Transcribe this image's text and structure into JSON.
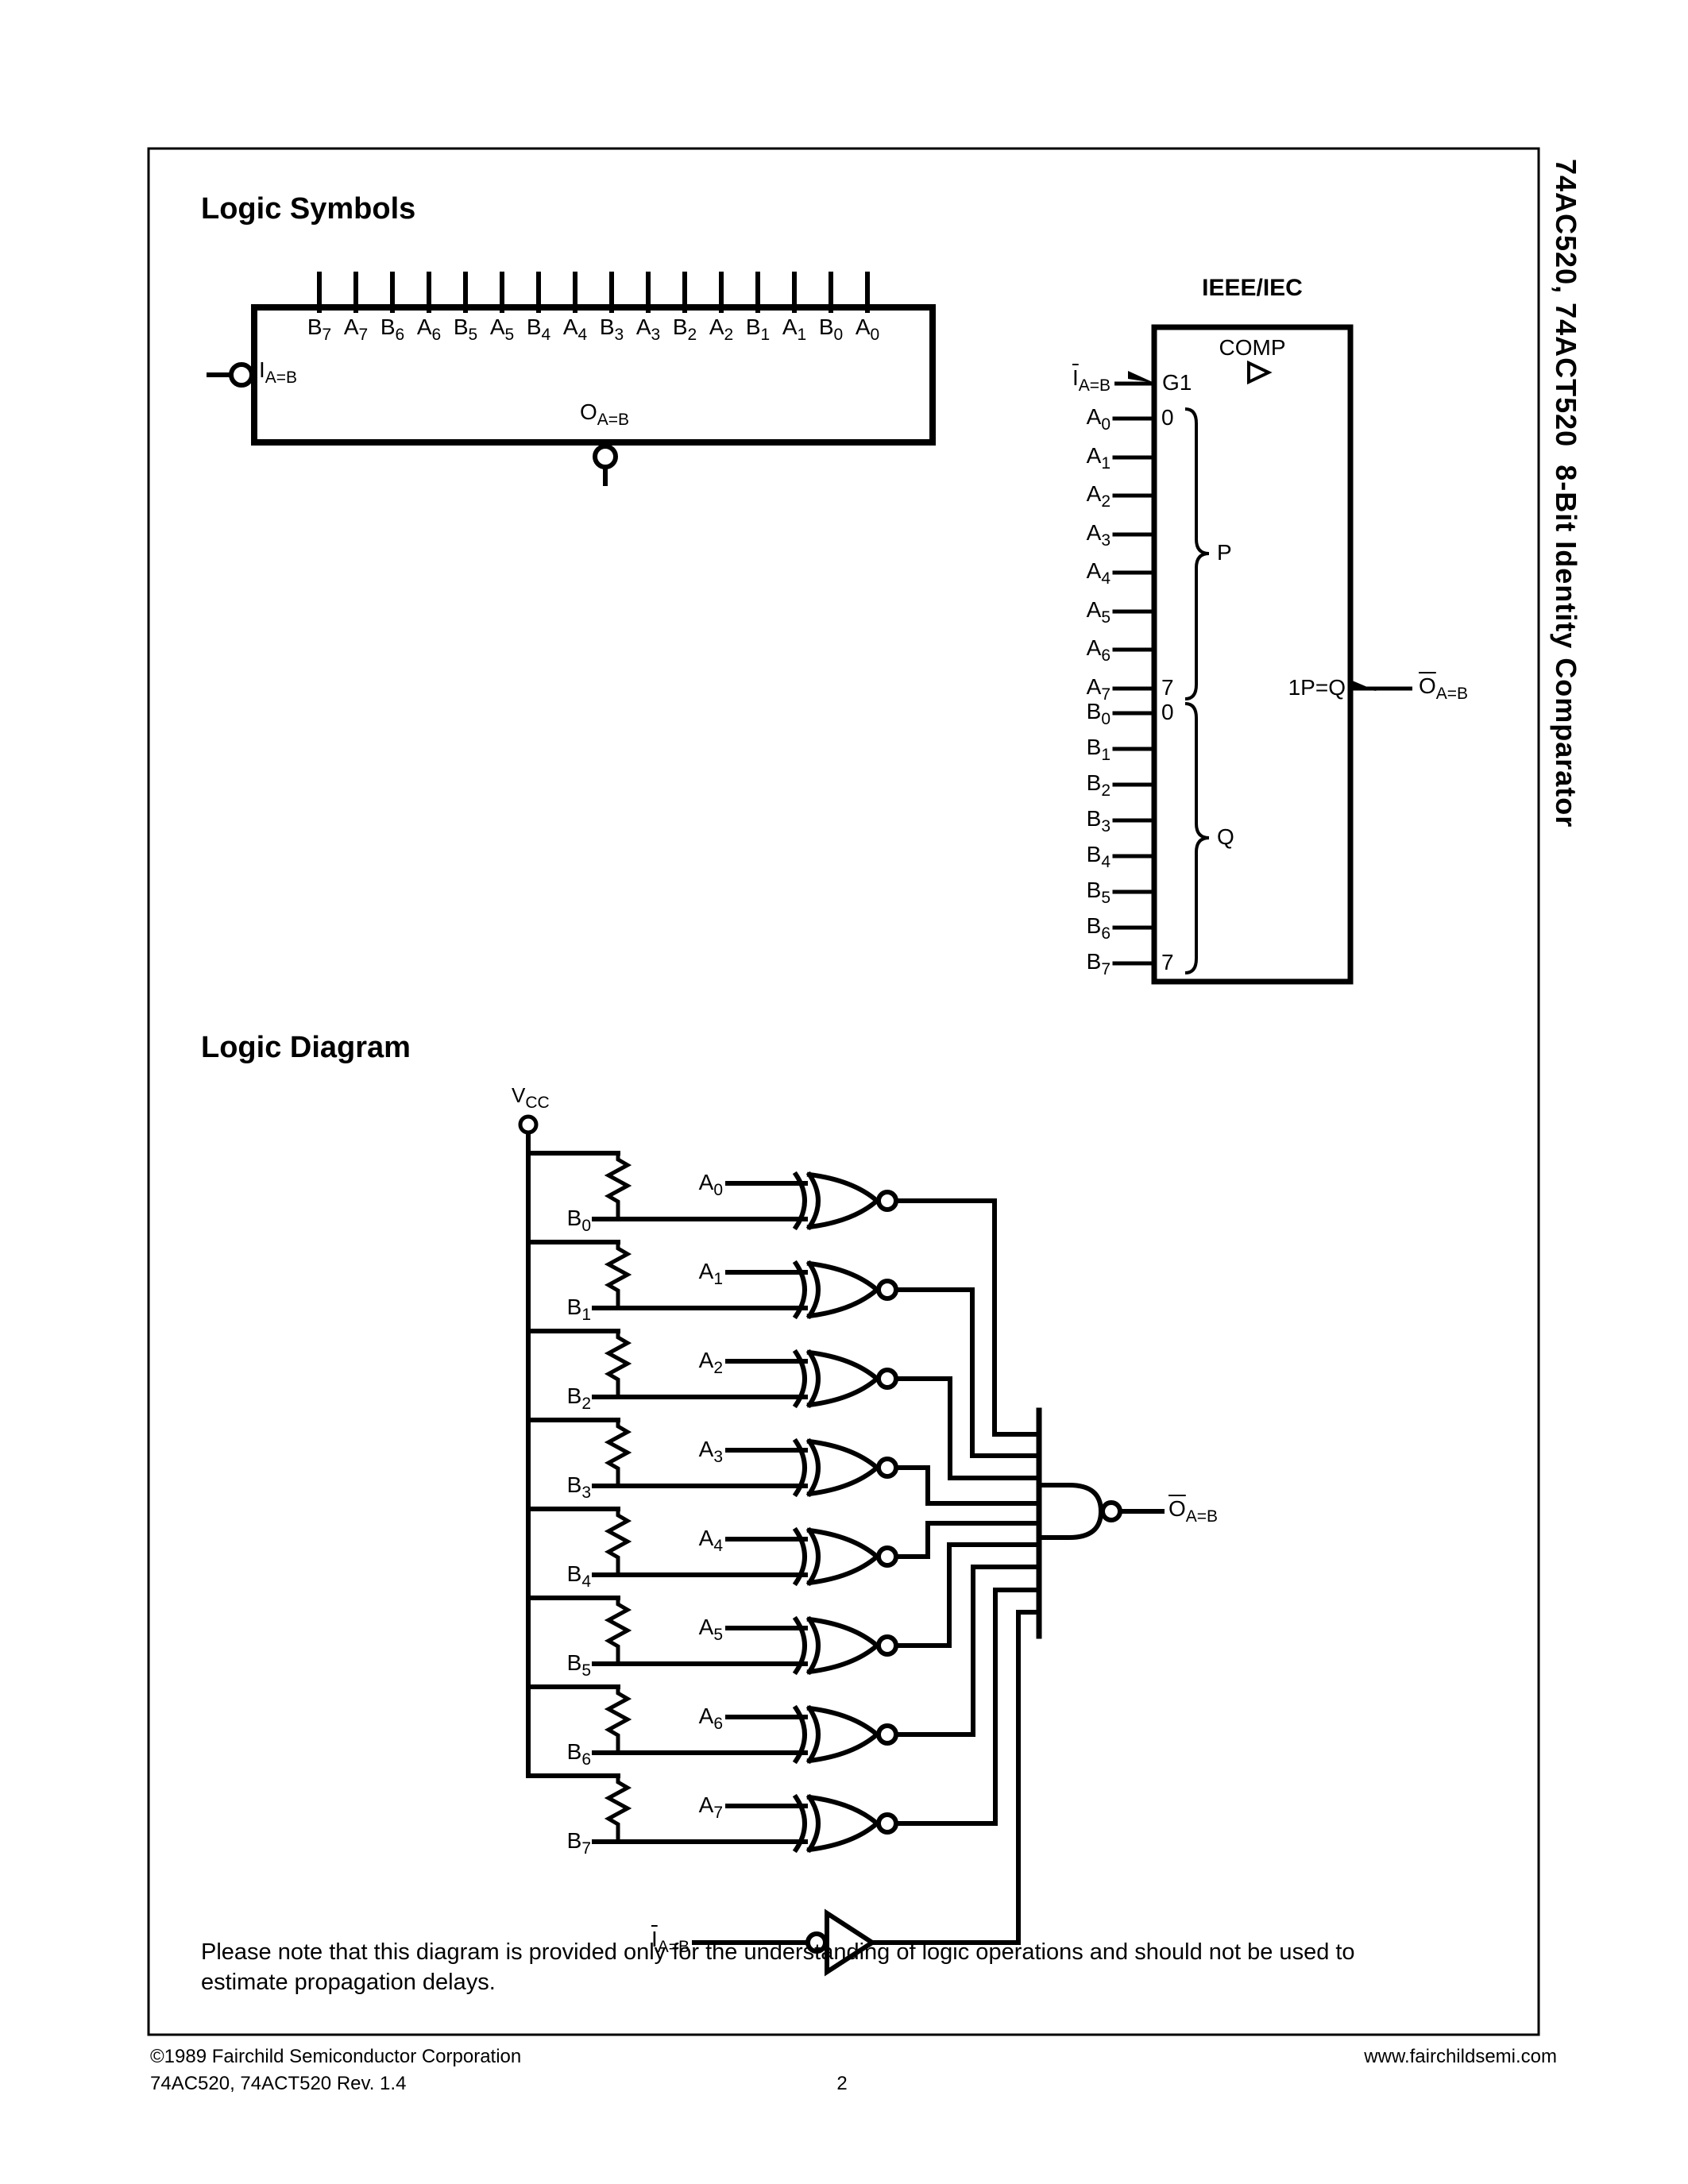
{
  "page": {
    "headings": {
      "logic_symbols": "Logic Symbols",
      "logic_diagram": "Logic Diagram"
    },
    "margin_title": "74AC520, 74ACT520  8-Bit Identity Comparator",
    "note_line1": "Please note that this diagram is provided only for the understanding of logic operations and should not be used to",
    "note_line2": "estimate propagation delays.",
    "footer": {
      "copyright": "©1989 Fairchild Semiconductor Corporation",
      "website": "www.fairchildsemi.com",
      "revision": "74AC520, 74ACT520 Rev. 1.4",
      "page_number": "2"
    }
  },
  "logic_symbol": {
    "pins_top": [
      {
        "base": "B",
        "sub": "7"
      },
      {
        "base": "A",
        "sub": "7"
      },
      {
        "base": "B",
        "sub": "6"
      },
      {
        "base": "A",
        "sub": "6"
      },
      {
        "base": "B",
        "sub": "5"
      },
      {
        "base": "A",
        "sub": "5"
      },
      {
        "base": "B",
        "sub": "4"
      },
      {
        "base": "A",
        "sub": "4"
      },
      {
        "base": "B",
        "sub": "3"
      },
      {
        "base": "A",
        "sub": "3"
      },
      {
        "base": "B",
        "sub": "2"
      },
      {
        "base": "A",
        "sub": "2"
      },
      {
        "base": "B",
        "sub": "1"
      },
      {
        "base": "A",
        "sub": "1"
      },
      {
        "base": "B",
        "sub": "0"
      },
      {
        "base": "A",
        "sub": "0"
      }
    ],
    "input_label": {
      "base": "I",
      "sub": "A=B"
    },
    "output_label": {
      "base": "O",
      "sub": "A=B"
    }
  },
  "ieee_iec": {
    "title": "IEEE/IEC",
    "function_label": "COMP",
    "enable_label": {
      "base": "I",
      "sub": "A=B"
    },
    "enable_pin": "G1",
    "a_inputs": [
      {
        "base": "A",
        "sub": "0"
      },
      {
        "base": "A",
        "sub": "1"
      },
      {
        "base": "A",
        "sub": "2"
      },
      {
        "base": "A",
        "sub": "3"
      },
      {
        "base": "A",
        "sub": "4"
      },
      {
        "base": "A",
        "sub": "5"
      },
      {
        "base": "A",
        "sub": "6"
      },
      {
        "base": "A",
        "sub": "7"
      }
    ],
    "b_inputs": [
      {
        "base": "B",
        "sub": "0"
      },
      {
        "base": "B",
        "sub": "1"
      },
      {
        "base": "B",
        "sub": "2"
      },
      {
        "base": "B",
        "sub": "3"
      },
      {
        "base": "B",
        "sub": "4"
      },
      {
        "base": "B",
        "sub": "5"
      },
      {
        "base": "B",
        "sub": "6"
      },
      {
        "base": "B",
        "sub": "7"
      }
    ],
    "a_range": {
      "top": "0",
      "bottom": "7"
    },
    "b_range": {
      "top": "0",
      "bottom": "7"
    },
    "p_group": "P",
    "q_group": "Q",
    "output_pin": "1P=Q",
    "output_label": {
      "base": "O",
      "sub": "A=B"
    }
  },
  "logic_diagram": {
    "vcc_label": {
      "base": "V",
      "sub": "CC"
    },
    "rows": [
      {
        "a_label": {
          "base": "A",
          "sub": "0"
        },
        "b_label": {
          "base": "B",
          "sub": "0"
        }
      },
      {
        "a_label": {
          "base": "A",
          "sub": "1"
        },
        "b_label": {
          "base": "B",
          "sub": "1"
        }
      },
      {
        "a_label": {
          "base": "A",
          "sub": "2"
        },
        "b_label": {
          "base": "B",
          "sub": "2"
        }
      },
      {
        "a_label": {
          "base": "A",
          "sub": "3"
        },
        "b_label": {
          "base": "B",
          "sub": "3"
        }
      },
      {
        "a_label": {
          "base": "A",
          "sub": "4"
        },
        "b_label": {
          "base": "B",
          "sub": "4"
        }
      },
      {
        "a_label": {
          "base": "A",
          "sub": "5"
        },
        "b_label": {
          "base": "B",
          "sub": "5"
        }
      },
      {
        "a_label": {
          "base": "A",
          "sub": "6"
        },
        "b_label": {
          "base": "B",
          "sub": "6"
        }
      },
      {
        "a_label": {
          "base": "A",
          "sub": "7"
        },
        "b_label": {
          "base": "B",
          "sub": "7"
        }
      }
    ],
    "enable_label": {
      "base": "I",
      "sub": "A=B"
    },
    "output_label": {
      "base": "O",
      "sub": "A=B"
    }
  }
}
